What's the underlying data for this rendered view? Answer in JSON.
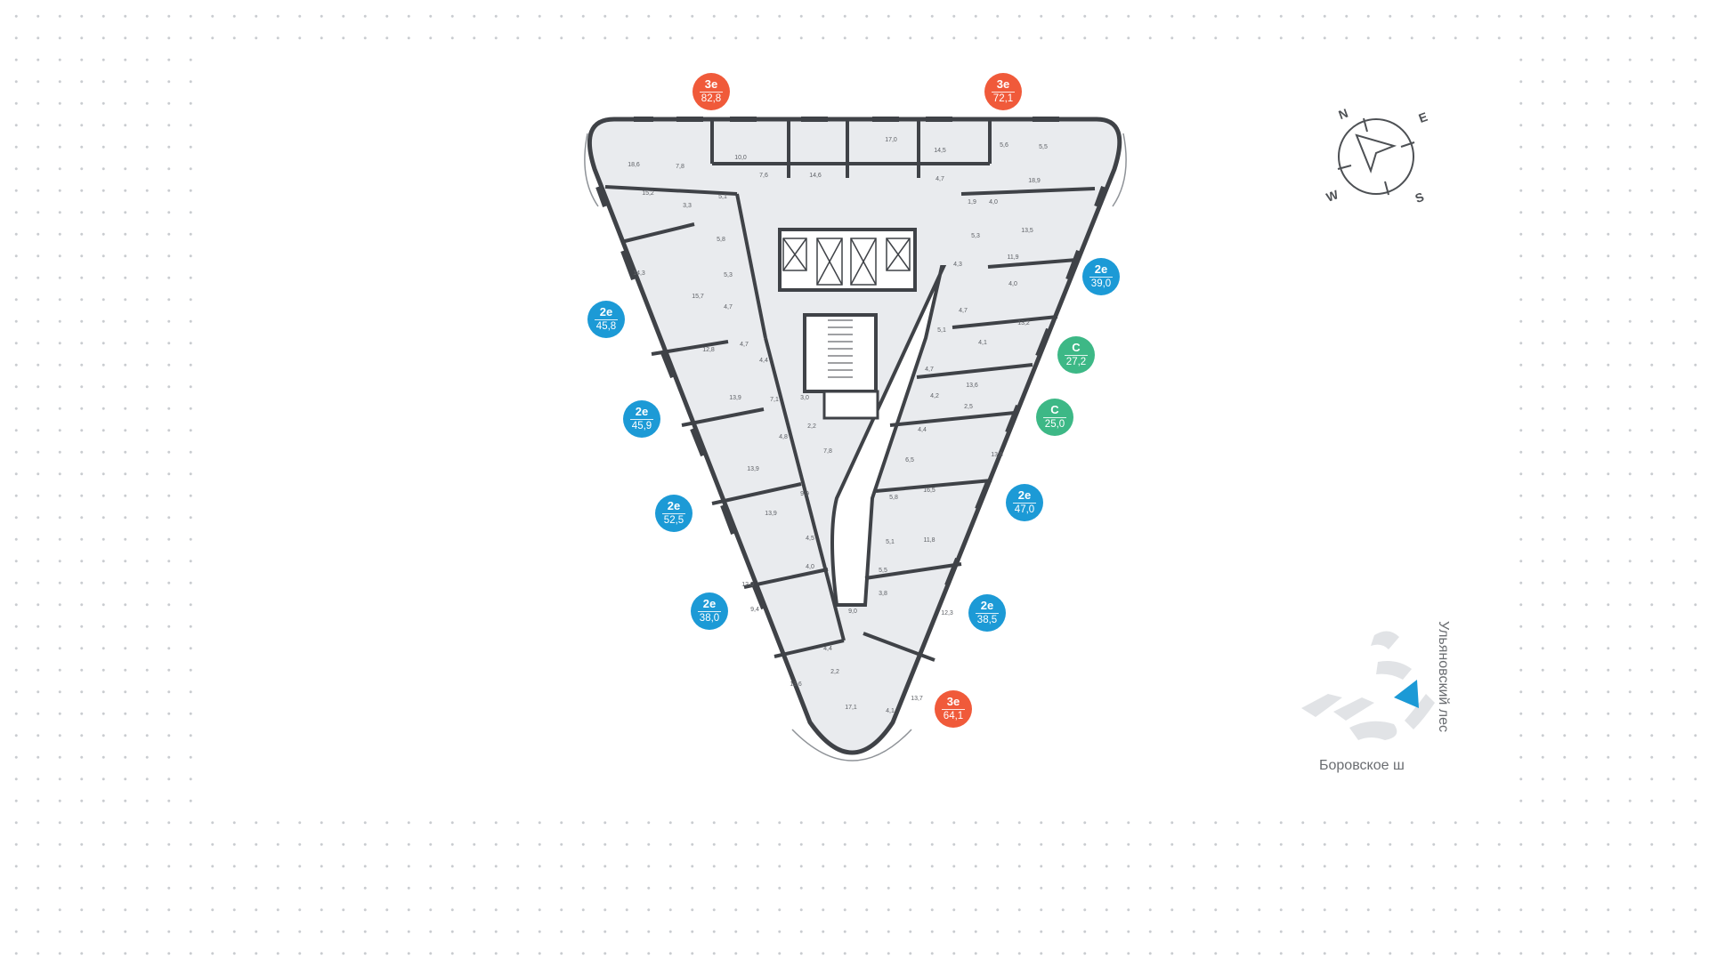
{
  "floorplan": {
    "apartments": [
      {
        "id": "apt-1",
        "type": "3е",
        "area": "82,8",
        "color": "#f05a3a"
      },
      {
        "id": "apt-2",
        "type": "3е",
        "area": "72,1",
        "color": "#f05a3a"
      },
      {
        "id": "apt-3",
        "type": "2е",
        "area": "39,0",
        "color": "#1c9ad6"
      },
      {
        "id": "apt-4",
        "type": "2е",
        "area": "45,8",
        "color": "#1c9ad6"
      },
      {
        "id": "apt-5",
        "type": "С",
        "area": "27,2",
        "color": "#3db886"
      },
      {
        "id": "apt-6",
        "type": "С",
        "area": "25,0",
        "color": "#3db886"
      },
      {
        "id": "apt-7",
        "type": "2е",
        "area": "45,9",
        "color": "#1c9ad6"
      },
      {
        "id": "apt-8",
        "type": "2е",
        "area": "47,0",
        "color": "#1c9ad6"
      },
      {
        "id": "apt-9",
        "type": "2е",
        "area": "52,5",
        "color": "#1c9ad6"
      },
      {
        "id": "apt-10",
        "type": "2е",
        "area": "38,0",
        "color": "#1c9ad6"
      },
      {
        "id": "apt-11",
        "type": "2е",
        "area": "38,5",
        "color": "#1c9ad6"
      },
      {
        "id": "apt-12",
        "type": "3е",
        "area": "64,1",
        "color": "#f05a3a"
      }
    ],
    "rooms": [
      "18,6",
      "7,8",
      "15,2",
      "3,3",
      "5,1",
      "10,0",
      "7,6",
      "14,6",
      "17,0",
      "14,5",
      "4,7",
      "5,6",
      "5,5",
      "18,9",
      "1,9",
      "4,0",
      "5,8",
      "14,3",
      "5,3",
      "15,7",
      "4,7",
      "12,8",
      "4,7",
      "4,4",
      "13,9",
      "7,1",
      "3,0",
      "2,2",
      "4,8",
      "7,8",
      "13,9",
      "9,9",
      "13,9",
      "4,5",
      "4,0",
      "12,0",
      "9,4",
      "9,0",
      "4,4",
      "2,2",
      "13,6",
      "17,1",
      "13,5",
      "5,3",
      "11,9",
      "4,3",
      "4,0",
      "4,7",
      "5,1",
      "13,2",
      "4,1",
      "4,7",
      "13,6",
      "4,2",
      "2,5",
      "4,4",
      "13,8",
      "6,5",
      "16,5",
      "5,8",
      "5,1",
      "11,8",
      "5,5",
      "3,8",
      "12,3",
      "13,7",
      "4,1"
    ]
  },
  "compass": {
    "north": "N",
    "east": "E",
    "south": "S",
    "west": "W"
  },
  "location_map": {
    "forest_label": "Ульяновский лес",
    "road_label": "Боровское ш",
    "marker_color": "#1c9ad6"
  }
}
